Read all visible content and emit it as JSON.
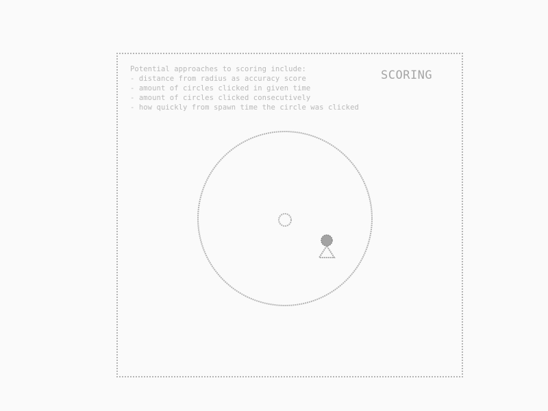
{
  "notes": {
    "heading": "Potential approaches to scoring include:",
    "items": [
      "- distance from radius as accuracy score",
      "- amount of circles clicked in given time",
      "- amount of circles clicked consecutively",
      "- how quickly from spawn time the circle was clicked"
    ]
  },
  "title": "SCORING",
  "colors": {
    "background": "#fafafa",
    "line": "#b4b4b4",
    "text": "#b9b9b9",
    "cursor_fill": "#9a9a9a"
  }
}
